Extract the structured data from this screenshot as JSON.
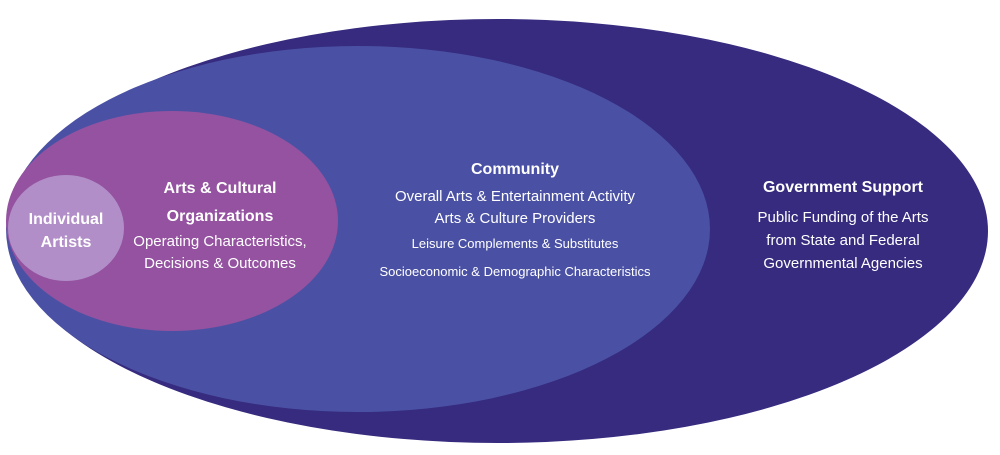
{
  "colors": {
    "government": "#362b7e",
    "community": "#4a51a4",
    "organizations": "#9452a0",
    "artists": "#b18ec7",
    "text": "#ffffff"
  },
  "government": {
    "title": "Government Support",
    "lines": [
      "Public Funding of the Arts",
      "from State and Federal",
      "Governmental Agencies"
    ]
  },
  "community": {
    "title": "Community",
    "lines": [
      "Overall Arts & Entertainment Activity",
      "Arts & Culture Providers",
      "Leisure Complements & Substitutes",
      "Socioeconomic & Demographic Characteristics"
    ]
  },
  "organizations": {
    "title_line1": "Arts & Cultural",
    "title_line2": "Organizations",
    "lines": [
      "Operating Characteristics,",
      "Decisions & Outcomes"
    ]
  },
  "artists": {
    "title_line1": "Individual",
    "title_line2": "Artists"
  }
}
